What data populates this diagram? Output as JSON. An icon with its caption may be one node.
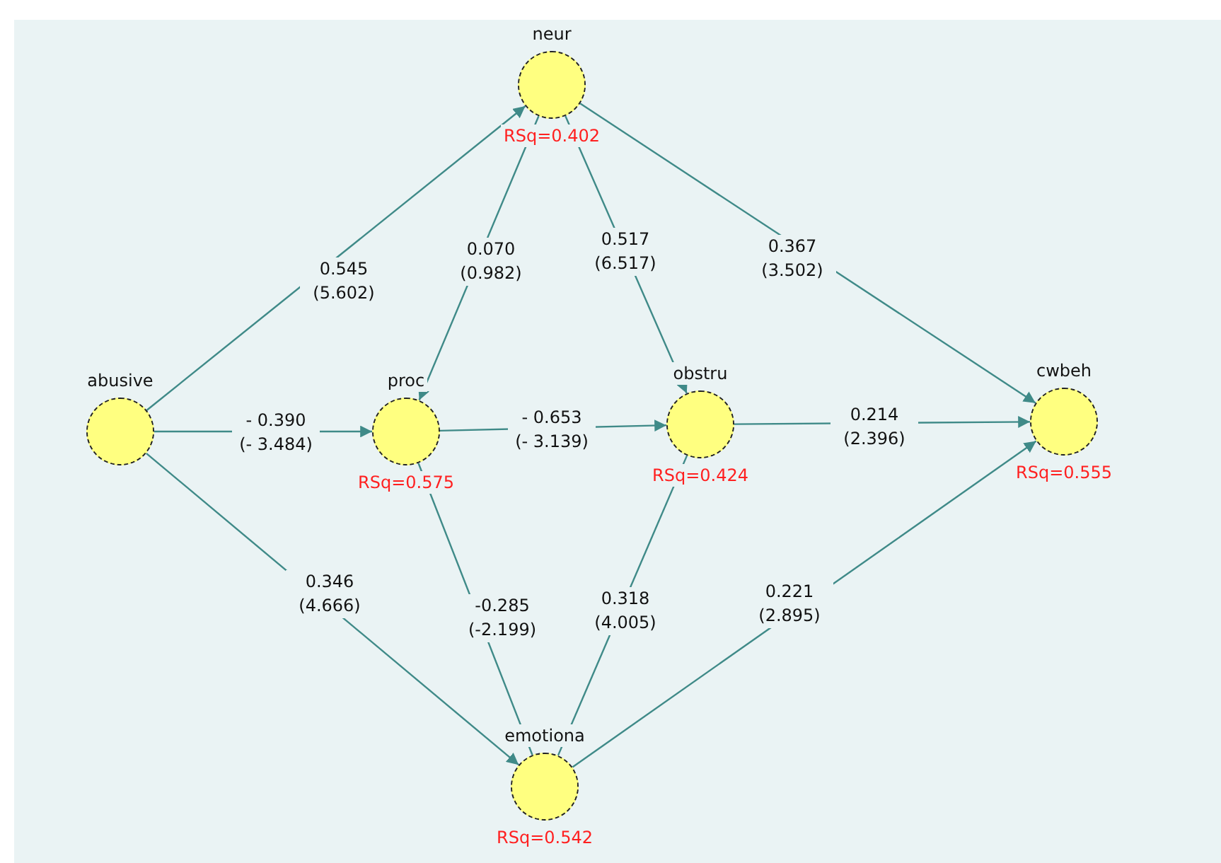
{
  "diagram": {
    "nodes": [
      {
        "text": [
          "neur"
        ],
        "beside": [
          "RSq=0.402"
        ]
      },
      {
        "text": [
          "abusive"
        ]
      },
      {
        "text": [
          "proc"
        ],
        "beside": [
          "RSq=0.575"
        ]
      },
      {
        "text": [
          "obstru"
        ],
        "beside": [
          "RSq=0.424"
        ]
      },
      {
        "text": [
          "cwbeh"
        ],
        "beside": [
          "RSq=0.555"
        ]
      },
      {
        "text": [
          "emotiona"
        ],
        "beside": [
          "RSq=0.542"
        ]
      }
    ],
    "edges": [
      {
        "from": 1,
        "to": 0,
        "arrow": "to",
        "label": "0.545 (5.602)"
      },
      {
        "from": 1,
        "to": 2,
        "arrow": "to",
        "label": "- 0.390 (- 3.484)"
      },
      {
        "from": 1,
        "to": 5,
        "arrow": "to",
        "label": "0.346 (4.666)"
      },
      {
        "from": 0,
        "to": 2,
        "arrow": "to",
        "label": "0.070 (0.982)"
      },
      {
        "from": 0,
        "to": 3,
        "arrow": "to",
        "label": "0.517 (6.517)"
      },
      {
        "from": 0,
        "to": 4,
        "arrow": "to",
        "label": "0.367 (3.502)"
      },
      {
        "from": 2,
        "to": 3,
        "arrow": "to",
        "label": "- 0.653 (- 3.139)"
      },
      {
        "from": 3,
        "to": 4,
        "arrow": "to",
        "label": "0.214 (2.396)"
      },
      {
        "from": 5,
        "to": 2,
        "arrow": "none",
        "label": "-0.285 (-2.199)"
      },
      {
        "from": 5,
        "to": 3,
        "arrow": "none",
        "label": "0.318 (4.005)"
      },
      {
        "from": 5,
        "to": 4,
        "arrow": "to",
        "label": "0.221 (2.895)"
      }
    ]
  }
}
